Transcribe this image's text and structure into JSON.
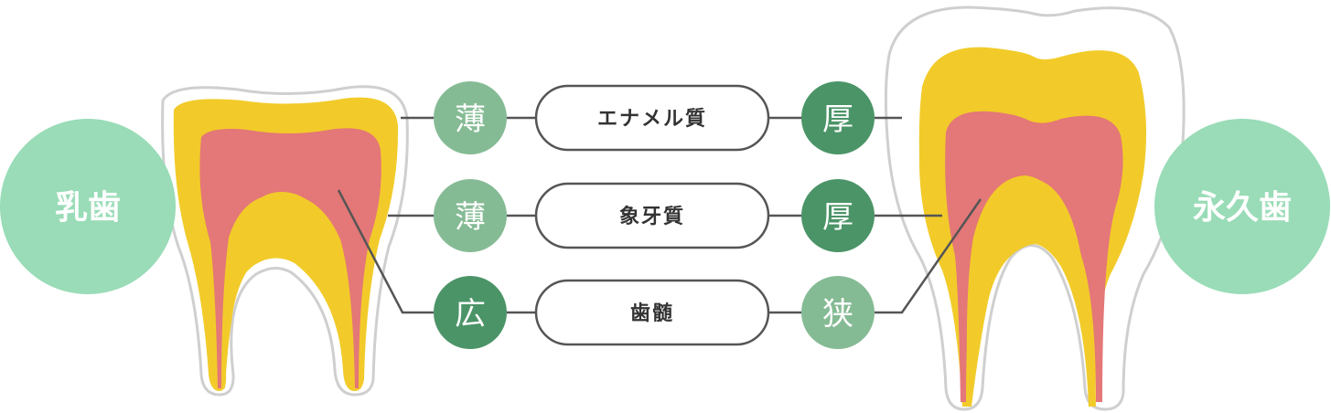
{
  "colors": {
    "enamel": "#F2CB2A",
    "dentin_pink": "#E47777",
    "outline": "#CFCFCF",
    "circle_large": "#99DCB7",
    "dot_light": "#85BB94",
    "dot_dark": "#4B9467",
    "line": "#555555",
    "pill_border": "#555555"
  },
  "left_tooth": {
    "label": "乳歯"
  },
  "right_tooth": {
    "label": "永久歯"
  },
  "rows": [
    {
      "left": "薄",
      "left_tone": "light",
      "center": "エナメル質",
      "right": "厚",
      "right_tone": "dark"
    },
    {
      "left": "薄",
      "left_tone": "light",
      "center": "象牙質",
      "right": "厚",
      "right_tone": "dark"
    },
    {
      "left": "広",
      "left_tone": "dark",
      "center": "歯髄",
      "right": "狭",
      "right_tone": "light"
    }
  ]
}
